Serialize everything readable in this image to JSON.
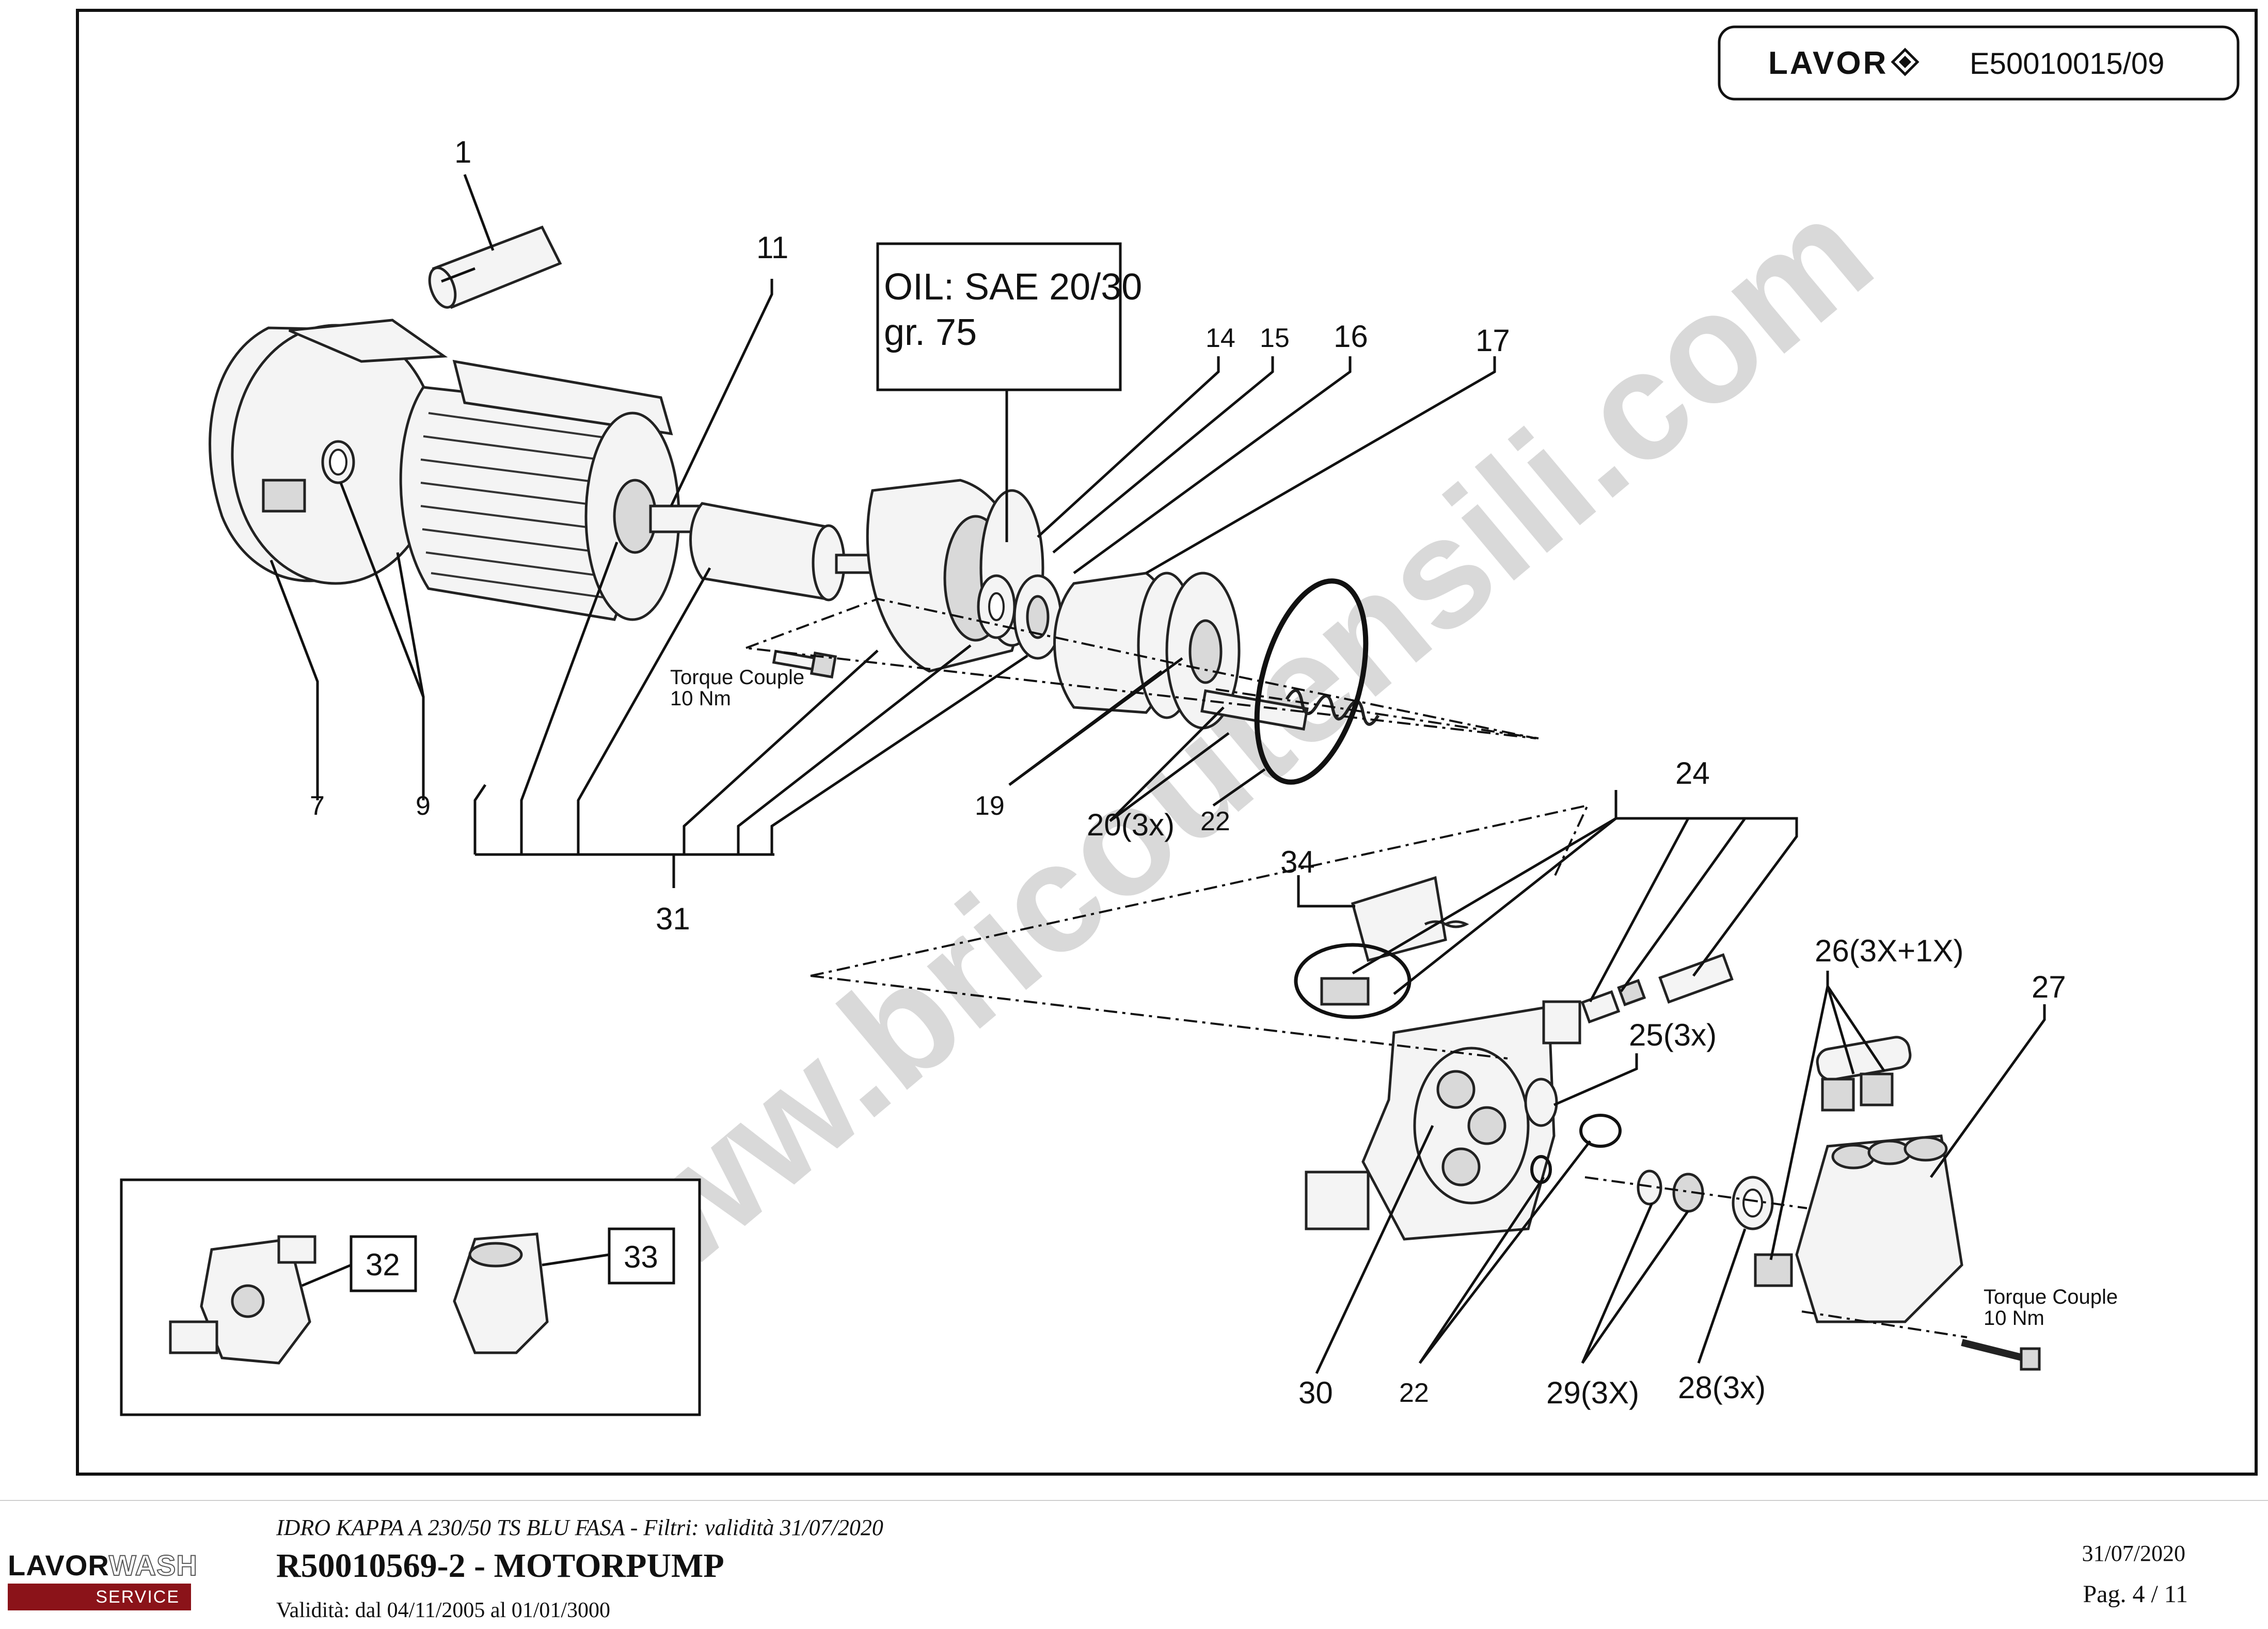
{
  "header": {
    "brand": "LAVOR",
    "code": "E50010015/09"
  },
  "oil_note": {
    "line1": "OIL: SAE 20/30",
    "line2": "gr.  75"
  },
  "torque_notes": [
    {
      "line1": "Torque Couple",
      "line2": "10 Nm"
    },
    {
      "line1": "Torque Couple",
      "line2": "10 Nm"
    }
  ],
  "callouts": {
    "c1": "1",
    "c7": "7",
    "c9": "9",
    "c11": "11",
    "c14": "14",
    "c15": "15",
    "c16": "16",
    "c17": "17",
    "c19": "19",
    "c20": "20(3x)",
    "c22a": "22",
    "c24": "24",
    "c25": "25(3x)",
    "c26": "26(3X+1X)",
    "c27": "27",
    "c22b": "22",
    "c28": "28(3x)",
    "c29": "29(3X)",
    "c30": "30",
    "c31": "31",
    "c32": "32",
    "c33": "33",
    "c34": "34"
  },
  "watermark": "www.bricoutensili.com",
  "footer": {
    "model": "IDRO KAPPA A 230/50 TS BLU FASA - Filtri: validità 31/07/2020",
    "title": "R50010569-2 - MOTORPUMP",
    "validity": "Validità: dal 04/11/2005 al 01/01/3000",
    "date": "31/07/2020",
    "page": "Pag. 4 / 11",
    "logo_top_dark": "LAVOR",
    "logo_top_light": "WASH",
    "logo_bottom": "SERVICE"
  }
}
